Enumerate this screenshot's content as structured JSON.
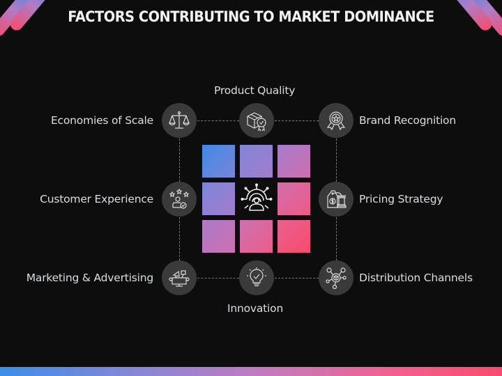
{
  "title": "FACTORS CONTRIBUTING TO MARKET DOMINANCE",
  "colors": {
    "background": "#0d0d0d",
    "node_fill": "#3a3a3a",
    "label": "#d6dee6",
    "gradient_start": "#3a8fe6",
    "gradient_end": "#f74c6e"
  },
  "factors": [
    {
      "id": "economies-of-scale",
      "label": "Economies of Scale",
      "icon": "scales-icon"
    },
    {
      "id": "product-quality",
      "label": "Product Quality",
      "icon": "box-badge-icon"
    },
    {
      "id": "brand-recognition",
      "label": "Brand Recognition",
      "icon": "star-medal-icon"
    },
    {
      "id": "customer-experience",
      "label": "Customer Experience",
      "icon": "user-stars-icon"
    },
    {
      "id": "pricing-strategy",
      "label": "Pricing Strategy",
      "icon": "price-tag-chess-icon"
    },
    {
      "id": "marketing-advertising",
      "label": "Marketing & Advertising",
      "icon": "monitor-megaphone-icon"
    },
    {
      "id": "innovation",
      "label": "Innovation",
      "icon": "lightbulb-check-icon"
    },
    {
      "id": "distribution-channels",
      "label": "Distribution Channels",
      "icon": "network-box-icon"
    }
  ],
  "center": {
    "icon": "market-dominance-icon"
  }
}
